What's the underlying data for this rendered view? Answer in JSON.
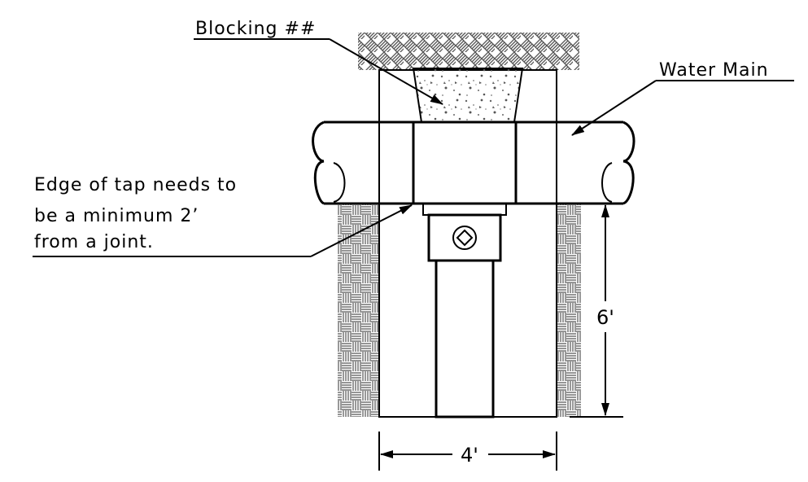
{
  "labels": {
    "blocking": "Blocking ##",
    "water_main": "Water Main",
    "note_line1": "Edge of tap needs to",
    "note_line2": "be a minimum 2’",
    "note_line3": "from a joint.",
    "dim_height": "6'",
    "dim_width": "4'"
  },
  "colors": {
    "line": "#000000",
    "background": "#ffffff",
    "hatch": "#555555"
  }
}
